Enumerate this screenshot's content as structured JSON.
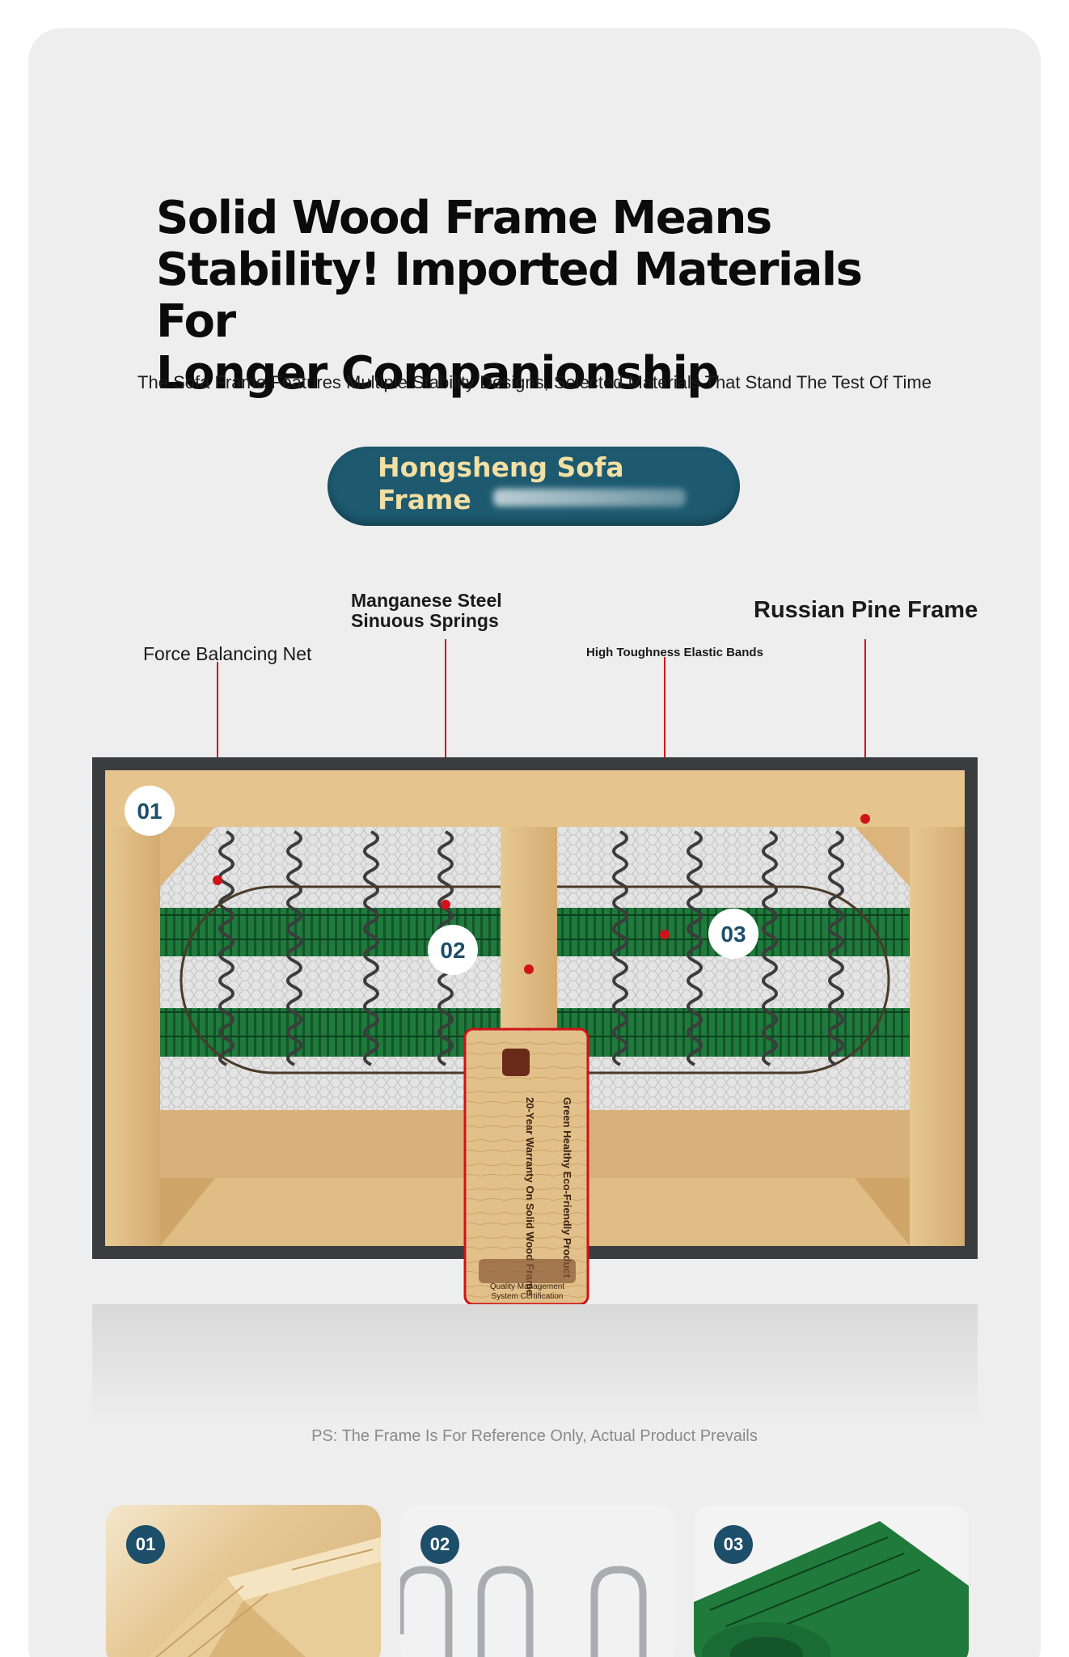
{
  "headline": {
    "line1": "Solid Wood Frame Means",
    "line2": "Stability! Imported Materials For",
    "line3": "Longer Companionship"
  },
  "subheadline": "The Sofa Frame Features Multiple Stability Designs, Selected Materials That Stand The Test Of Time",
  "pill": {
    "line1": "Hongsheng Sofa",
    "line2": "Frame"
  },
  "callouts": {
    "balance_net": "Force Balancing Net",
    "springs_line1": "Manganese Steel",
    "springs_line2": "Sinuous Springs",
    "bands": "High Toughness Elastic Bands",
    "pine": "Russian Pine Frame"
  },
  "markers": [
    "01",
    "02",
    "03"
  ],
  "tag": {
    "warranty": "20-Year Warranty On Solid Wood Frame",
    "eco": "Green Healthy Eco-Friendly Product",
    "cert_line1": "Quality Management",
    "cert_line2": "System Certification"
  },
  "note": "PS: The Frame Is For Reference Only, Actual Product Prevails",
  "thumbnails": [
    {
      "number": "01",
      "icon": "wood-planks"
    },
    {
      "number": "02",
      "icon": "steel-spring"
    },
    {
      "number": "03",
      "icon": "elastic-band-roll"
    }
  ],
  "colors": {
    "accent_red": "#d0121b",
    "badge_blue": "#1d4e6a",
    "pill_bg": "#1d5a70",
    "pill_text": "#f3dfa2",
    "band_green": "#1f7a3c"
  }
}
